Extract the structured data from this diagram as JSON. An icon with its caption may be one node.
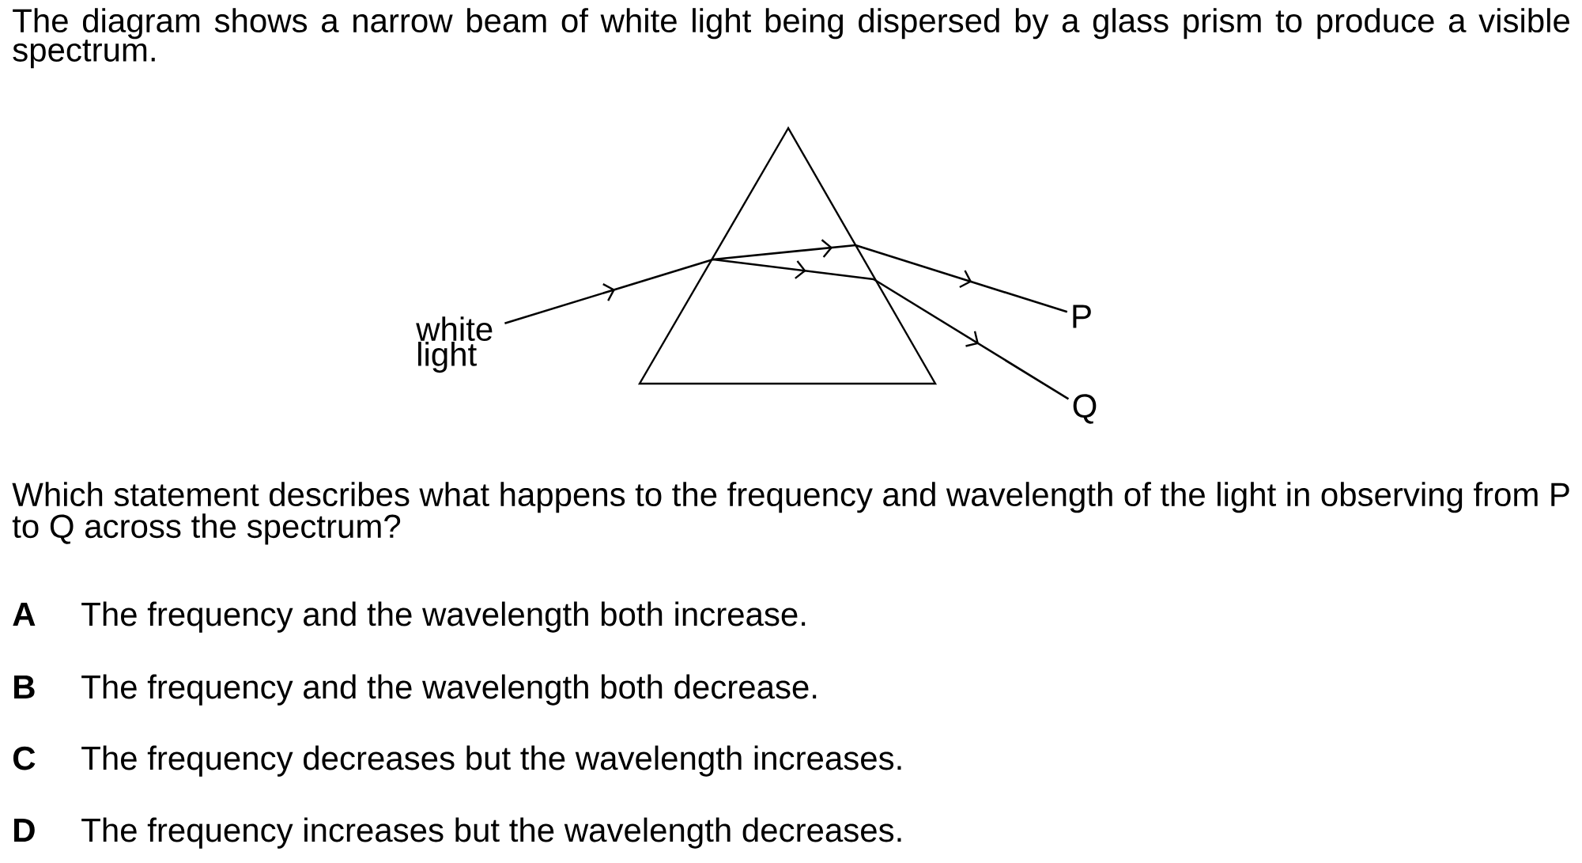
{
  "diagram": {
    "nodes": [
      {
        "text": [
          "white light"
        ]
      },
      {
        "text": [],
        "shape": "triangle"
      },
      {
        "text": [
          "P"
        ]
      },
      {
        "text": [
          "Q"
        ]
      }
    ],
    "edges": [
      {
        "from": 0,
        "to": 1,
        "arrow": "to"
      },
      {
        "from": 1,
        "to": 2,
        "arrow": "to"
      },
      {
        "from": 1,
        "to": 3,
        "arrow": "to"
      }
    ],
    "labels": [
      "The diagram shows a narrow beam of white light being dispersed by a glass prism to produce a visible spectrum.",
      "Which statement describes what happens to the frequency and wavelength of the light in observing from P to Q across the spectrum?",
      "A",
      "The frequency and the wavelength both increase.",
      "B",
      "The frequency and the wavelength both decrease.",
      "C",
      "The frequency decreases but the wavelength increases.",
      "D",
      "The frequency increases but the wavelength decreases."
    ]
  }
}
